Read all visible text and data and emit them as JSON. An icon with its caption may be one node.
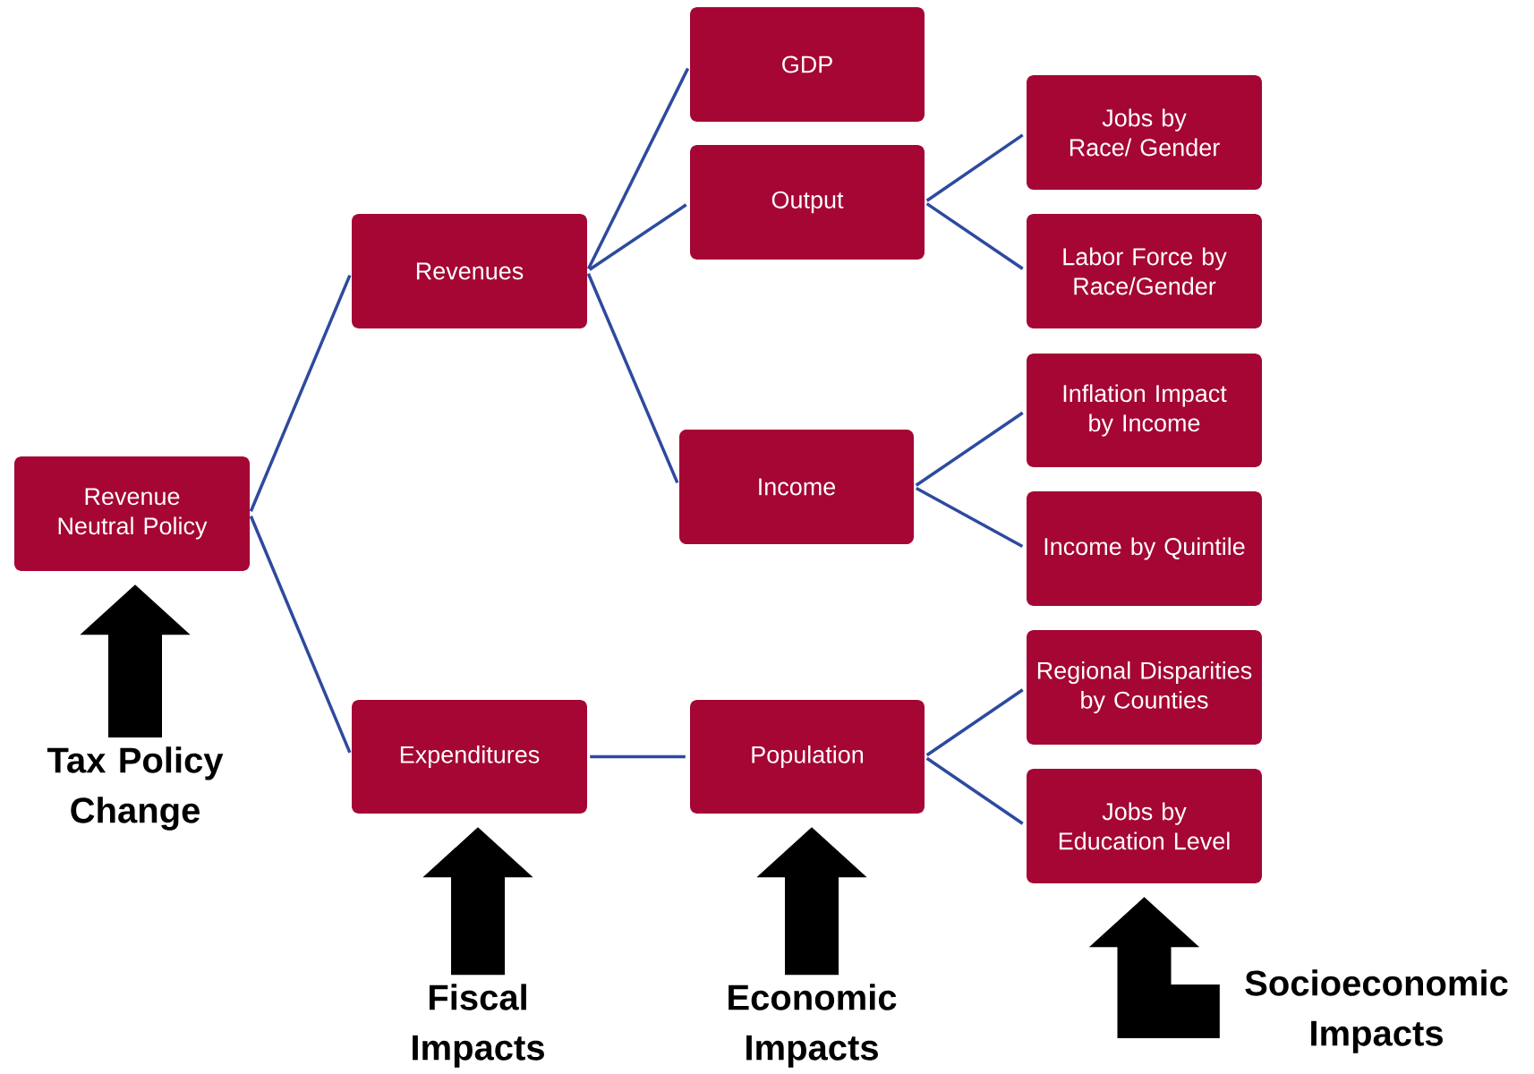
{
  "diagram": {
    "nodes": [
      {
        "text": [
          "Revenue Neutral Policy"
        ]
      },
      {
        "text": [
          "Revenues"
        ]
      },
      {
        "text": [
          "Expenditures"
        ]
      },
      {
        "text": [
          "GDP"
        ]
      },
      {
        "text": [
          "Output"
        ]
      },
      {
        "text": [
          "Income"
        ]
      },
      {
        "text": [
          "Population"
        ]
      },
      {
        "text": [
          "Jobs by Race/ Gender"
        ]
      },
      {
        "text": [
          "Labor Force by Race/Gender"
        ]
      },
      {
        "text": [
          "Inflation Impact by Income"
        ]
      },
      {
        "text": [
          "Income by Quintile"
        ]
      },
      {
        "text": [
          "Regional Disparities by Counties"
        ]
      },
      {
        "text": [
          "Jobs by Education Level"
        ]
      },
      {
        "text": [
          "Tax Policy Change"
        ]
      },
      {
        "text": [
          "Fiscal Impacts"
        ]
      },
      {
        "text": [
          "Economic Impacts"
        ]
      },
      {
        "text": [
          "Socioeconomic Impacts"
        ]
      }
    ],
    "edges": [
      {
        "from": 0,
        "to": 1,
        "arrow": "none"
      },
      {
        "from": 0,
        "to": 2,
        "arrow": "none"
      },
      {
        "from": 1,
        "to": 3,
        "arrow": "none"
      },
      {
        "from": 1,
        "to": 4,
        "arrow": "none"
      },
      {
        "from": 1,
        "to": 5,
        "arrow": "none"
      },
      {
        "from": 2,
        "to": 6,
        "arrow": "none"
      },
      {
        "from": 4,
        "to": 7,
        "arrow": "none"
      },
      {
        "from": 4,
        "to": 8,
        "arrow": "none"
      },
      {
        "from": 5,
        "to": 9,
        "arrow": "none"
      },
      {
        "from": 5,
        "to": 10,
        "arrow": "none"
      },
      {
        "from": 6,
        "to": 11,
        "arrow": "none"
      },
      {
        "from": 6,
        "to": 12,
        "arrow": "none"
      },
      {
        "from": 13,
        "to": 0,
        "arrow": "to",
        "style": "thick",
        "color": "#000000"
      },
      {
        "from": 14,
        "to": 2,
        "arrow": "to",
        "style": "thick",
        "color": "#000000"
      },
      {
        "from": 15,
        "to": 6,
        "arrow": "to",
        "style": "thick",
        "color": "#000000"
      },
      {
        "from": 16,
        "to": 12,
        "arrow": "to",
        "style": "thick",
        "color": "#000000"
      }
    ]
  }
}
